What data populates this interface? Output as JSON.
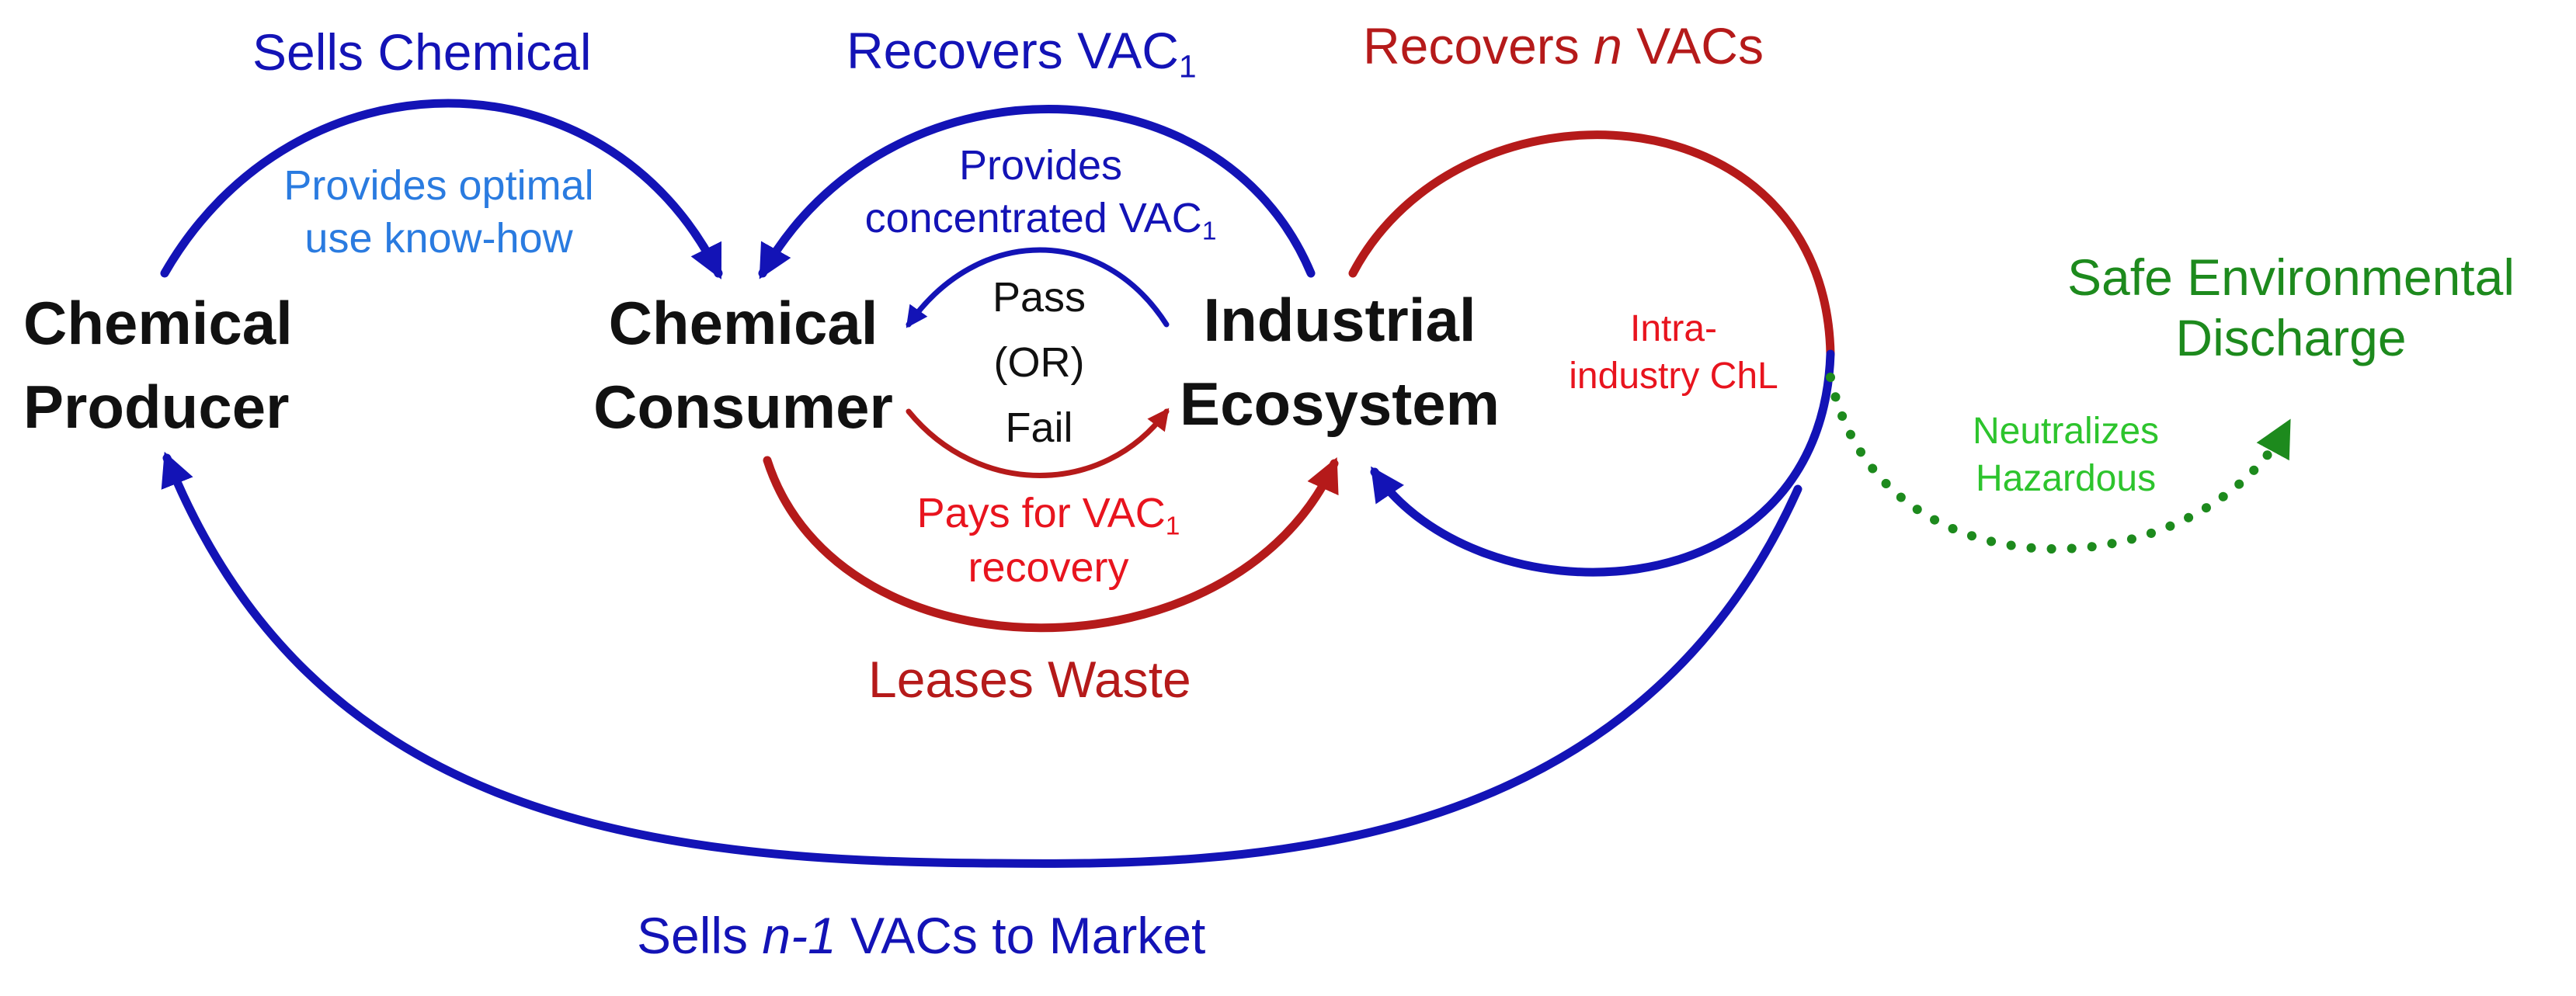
{
  "colors": {
    "blue": "#1313b6",
    "red": "#b51a1a",
    "bright_red": "#e8141e",
    "light_blue": "#2a7be0",
    "dark_green": "#1d8a1d",
    "light_green": "#2dc42d",
    "black": "#111111"
  },
  "nodes": {
    "producer": {
      "line1": "Chemical",
      "line2": "Producer"
    },
    "consumer": {
      "line1": "Chemical",
      "line2": "Consumer"
    },
    "ecosystem": {
      "line1": "Industrial",
      "line2": "Ecosystem"
    },
    "discharge": {
      "line1": "Safe Environmental",
      "line2": "Discharge"
    }
  },
  "labels": {
    "sells_chemical": "Sells Chemical",
    "provides_optimal": {
      "line1": "Provides optimal",
      "line2": "use know-how"
    },
    "recovers_vac1": {
      "text": "Recovers VAC",
      "sub": "1"
    },
    "provides_concentrated": {
      "line1": "Provides",
      "line2": "concentrated VAC",
      "sub": "1"
    },
    "pass_or_fail": {
      "pass": "Pass",
      "or": "(OR)",
      "fail": "Fail"
    },
    "recovers_n_vacs": {
      "pre": "Recovers ",
      "n": "n",
      "post": " VACs"
    },
    "intra_industry": {
      "line1": "Intra-",
      "line2": "industry ChL"
    },
    "pays_for": {
      "line1": "Pays for VAC",
      "sub": "1",
      "line2": "recovery"
    },
    "leases_waste": "Leases Waste",
    "neutralizes": {
      "line1": "Neutralizes",
      "line2": "Hazardous"
    },
    "sells_market": {
      "pre": "Sells ",
      "n": "n-1",
      "post": " VACs to Market"
    }
  }
}
